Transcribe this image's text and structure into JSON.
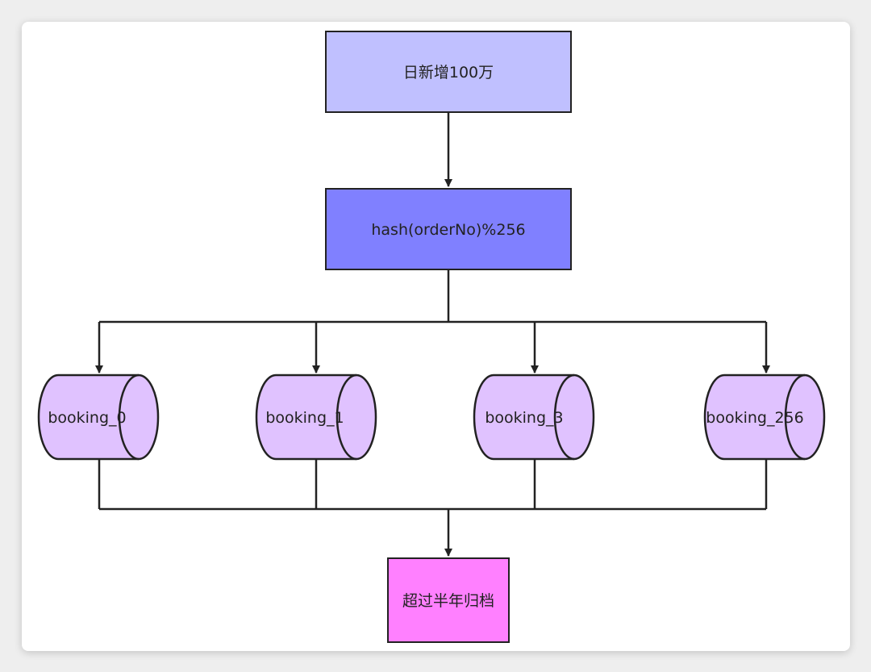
{
  "nodes": {
    "source": {
      "label": "日新增100万"
    },
    "hash": {
      "label": "hash(orderNo)%256"
    },
    "databases": [
      {
        "label": "booking_0"
      },
      {
        "label": "booking_1"
      },
      {
        "label": "booking_3"
      },
      {
        "label": "booking_256"
      }
    ],
    "archive": {
      "label": "超过半年归档"
    }
  },
  "colors": {
    "source_fill": "#c0c0ff",
    "hash_fill": "#8080ff",
    "db_fill": "#e0c2ff",
    "archive_fill": "#ff80ff",
    "stroke": "#222222"
  }
}
